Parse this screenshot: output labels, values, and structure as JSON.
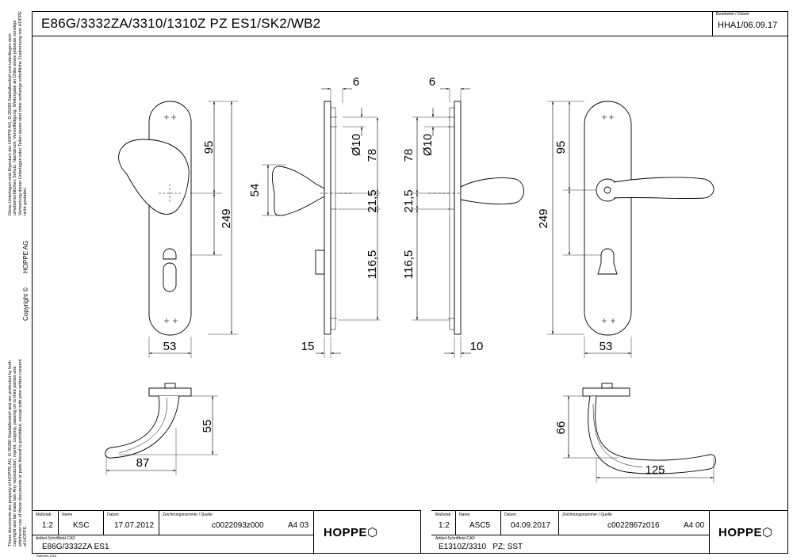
{
  "title": "E86G/3332ZA/3310/1310Z PZ ES1/SK2/WB2",
  "edited": {
    "label": "Bearbeitet / Datum",
    "value": "HHA1/06.09.17"
  },
  "side": {
    "top_text": "Diese Unterlagen sind Eigentum der HOPPE AG, D-35260 Stadtallendorf und unterliegen dem urheberrechtlichen Schutz. Nachdruck, Vervielfältigung, Weitergabe an Dritte sowie jedwede sonstige Verwertung dieser Unterlagen oder Teilen davon sind ohne vorherige schriftliche Zustimmung von HOPPE nicht gestattet.",
    "company": "HOPPE  AG",
    "copyright": "Copyright ©",
    "bottom_text": "These documents are property of HOPPE AG, D-35260 Stadtallendorf and are protected by both copyright and fair trade law. Any reproduction, reprint, copying, passing on to third parties and whichever use of these documents or parts thereof is prohibited, except with prior written consent of HOPPE."
  },
  "dimensions": {
    "left_width": "53",
    "left_upper": "95",
    "left_total": "249",
    "knob": "54",
    "rose_thk_left": "6",
    "diam_left": "Ø10",
    "h78_left": "78",
    "h21_left": "21,5",
    "h116_left": "116,5",
    "t15": "15",
    "rose_thk_right": "6",
    "diam_right": "Ø10",
    "h78_right": "78",
    "h21_right": "21,5",
    "h116_right": "116,5",
    "t10": "10",
    "right_total": "249",
    "right_upper": "95",
    "right_width": "53",
    "knob_proj": "55",
    "knob_len": "87",
    "lever_proj": "66",
    "lever_len": "125"
  },
  "titleblock_left": {
    "massstab_label": "Maßstab",
    "massstab": "1:2",
    "name_label": "Name",
    "name": "KSC",
    "datum_label": "Datum",
    "datum": "17.07.2012",
    "zeichnung_label": "Zeichnungsnummer / Quelle",
    "zeichnung": "c0022093z000",
    "format": "A4 03",
    "artikel_label": "Artikel-Schriftfeld-CAD",
    "artikel": "E86G/3332ZA ES1",
    "logo": "HOPPE"
  },
  "titleblock_right": {
    "massstab_label": "Maßstab",
    "massstab": "1:2",
    "name_label": "Name",
    "name": "ASC5",
    "datum_label": "Datum",
    "datum": "04.09.2017",
    "zeichnung_label": "Zeichnungsnummer / Quelle",
    "zeichnung": "c0022867z016",
    "format": "A4 00",
    "artikel_label": "Artikel-Schriftfeld-CAD",
    "artikel": "E1310Z/3310   PZ; SST",
    "logo": "HOPPE"
  },
  "rahmen": "Rahmen 2016"
}
